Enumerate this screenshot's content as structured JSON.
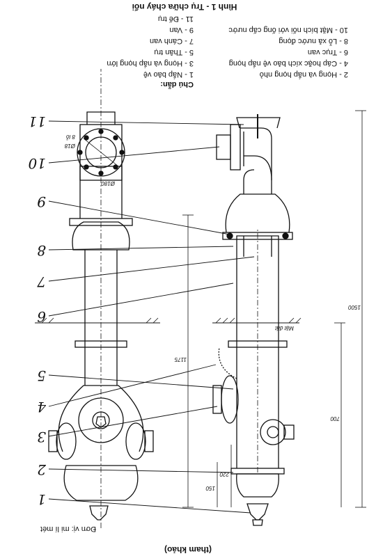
{
  "figure": {
    "title": "Hình 1 - Trụ chữa cháy nổi",
    "caption": "(tham khảo)",
    "unit": "Đơn vị: mi lí mét"
  },
  "legend": {
    "heading": "Chú dẫn:",
    "left": [
      "1 - Nắp bảo vệ",
      "3 - Họng và nắp họng lớn",
      "5 - Thân trụ",
      "7 - Cánh van",
      "9 - Van",
      "11 - Đế trụ"
    ],
    "right": [
      "2 - Họng và nắp họng nhỏ",
      "4 - Cáp hoặc xích bảo vệ nắp họng",
      "6 - Trục van",
      "8 - Lỗ xả nước đọng",
      "10 - Mặt bích nối với ống cấp nước"
    ]
  },
  "callouts": [
    "11",
    "10",
    "9",
    "8",
    "7",
    "6",
    "5",
    "4",
    "3",
    "2",
    "1"
  ],
  "dimensions": {
    "height_total": "1500",
    "height_left": "1175",
    "height_mid": "700",
    "d_base_outer": "Ø180",
    "d_base_inner": "Ø18",
    "bolt_count": "8 lỗ",
    "d1": "220",
    "d2": "150"
  },
  "ground_label": "Mặt đất"
}
